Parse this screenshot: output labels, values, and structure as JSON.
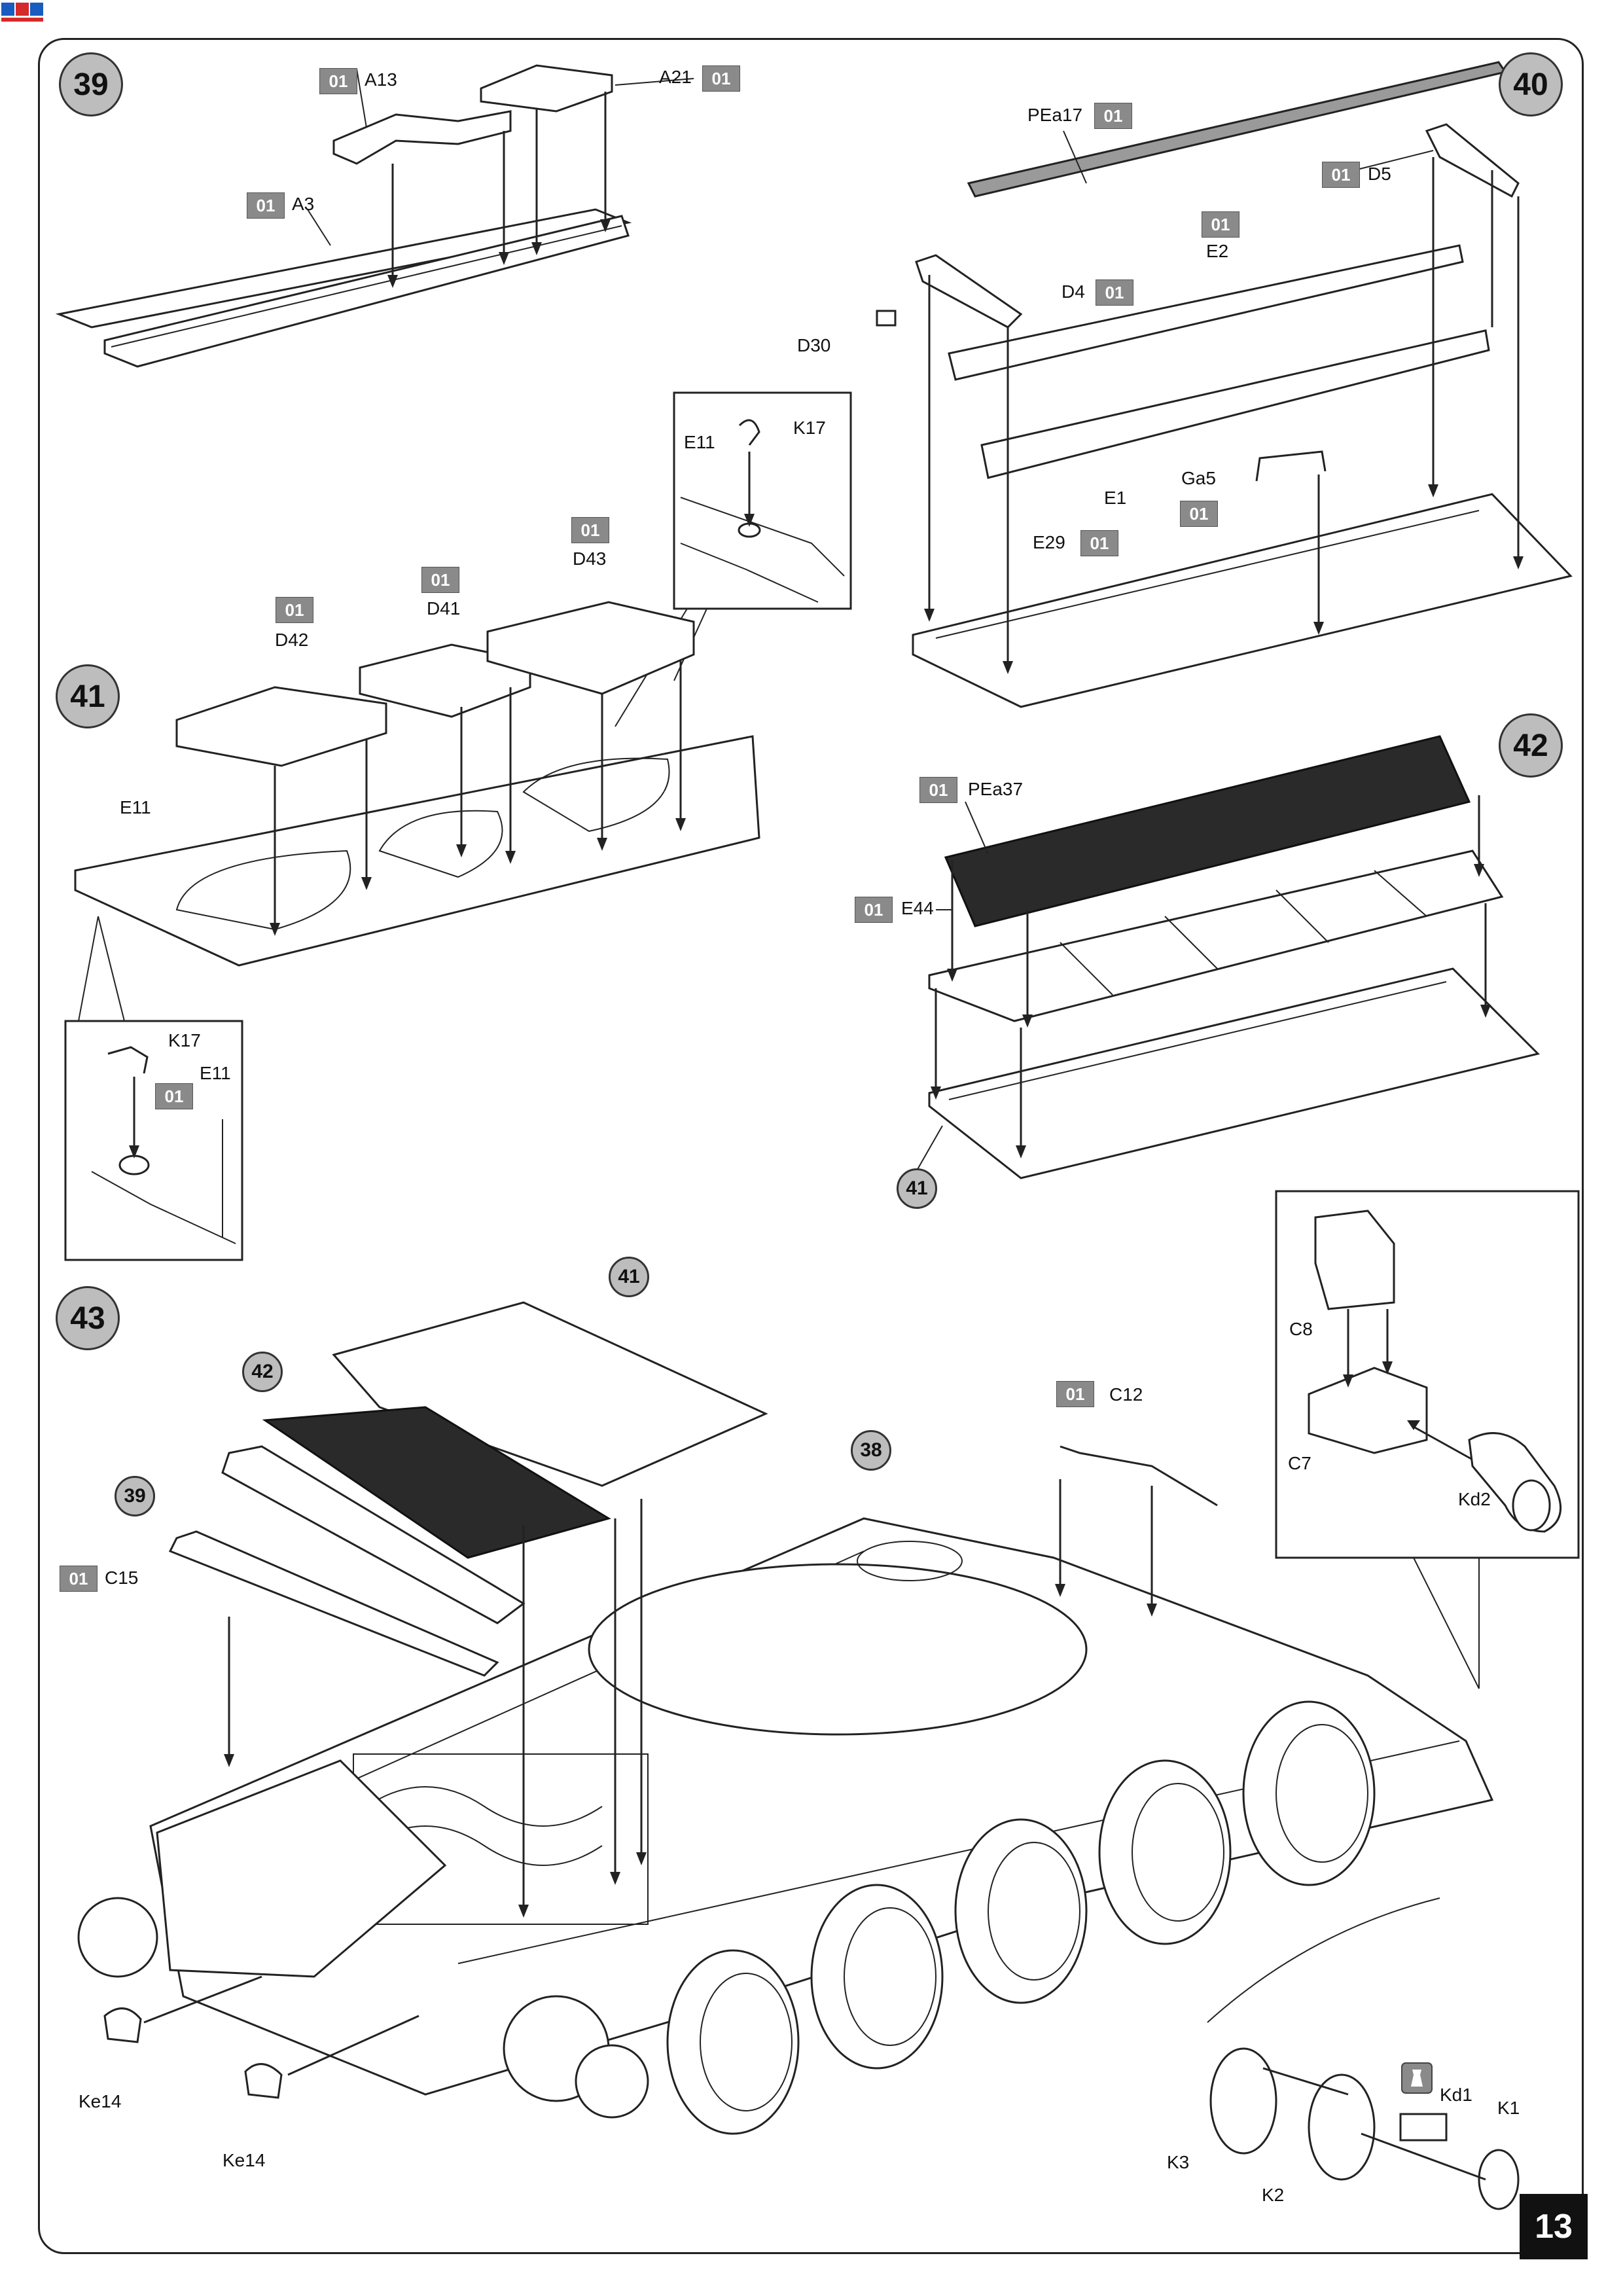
{
  "page_number": "13",
  "part_badge": "01",
  "brand_logo": "brand-logo",
  "steps": {
    "s39": "39",
    "s40": "40",
    "s41": "41",
    "s42": "42",
    "s43": "43"
  },
  "refs": {
    "r41_in_42": "41",
    "r41_in_43": "41",
    "r42_in_43": "42",
    "r39_in_43": "39",
    "r38_in_43": "38"
  },
  "labels": {
    "a13": "A13",
    "a21": "A21",
    "a3": "A3",
    "pea17": "PEa17",
    "d5": "D5",
    "e2": "E2",
    "d4": "D4",
    "d30": "D30",
    "e1": "E1",
    "ga5": "Ga5",
    "e29": "E29",
    "e11_inset40": "E11",
    "k17_inset40": "K17",
    "d43": "D43",
    "d41": "D41",
    "d42": "D42",
    "e11_41": "E11",
    "k17_inset41": "K17",
    "e11_inset41": "E11",
    "pea37": "PEa37",
    "e44": "E44",
    "c8": "C8",
    "c7": "C7",
    "kd2": "Kd2",
    "c12": "C12",
    "c15": "C15",
    "ke14a": "Ke14",
    "ke14b": "Ke14",
    "kd1": "Kd1",
    "k1": "K1",
    "k3": "K3",
    "k2": "K2"
  }
}
